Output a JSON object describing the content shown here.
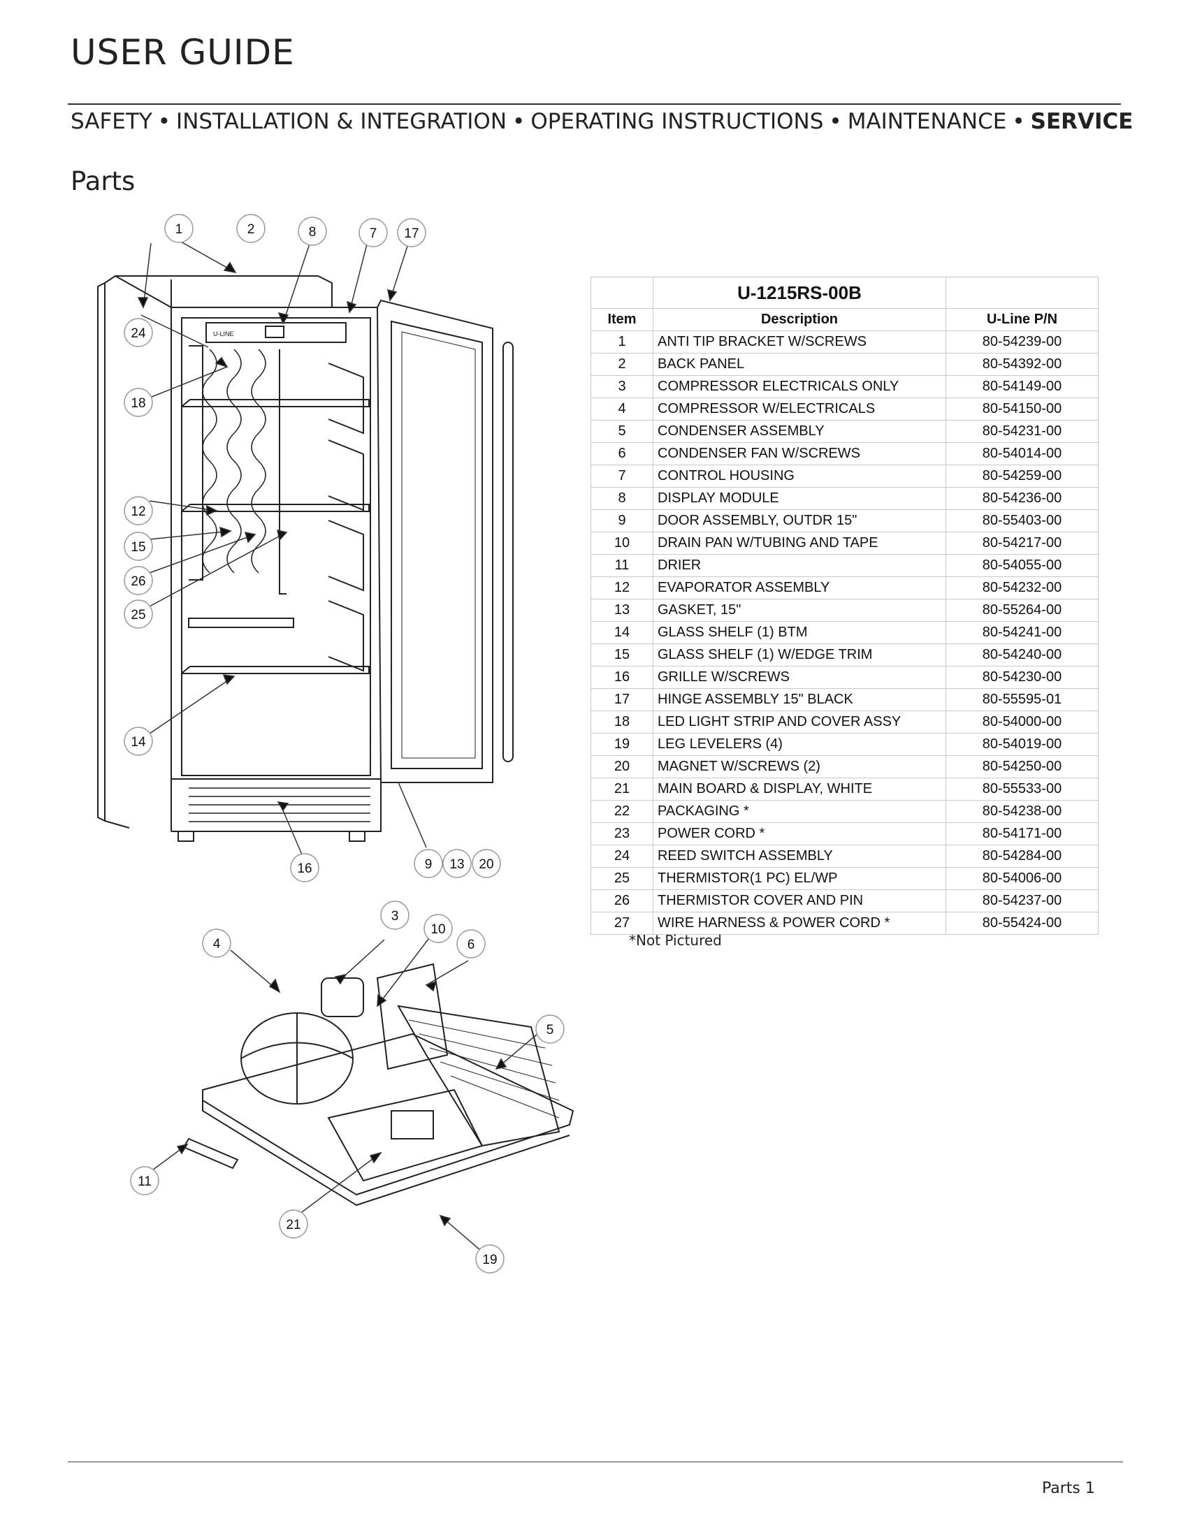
{
  "header": {
    "title": "USER GUIDE",
    "nav": [
      "SAFETY",
      "INSTALLATION & INTEGRATION",
      "OPERATING INSTRUCTIONS",
      "MAINTENANCE",
      "SERVICE"
    ],
    "separator": "•",
    "active": "SERVICE"
  },
  "section": {
    "title": "Parts"
  },
  "diagram": {
    "unit_callouts": [
      "1",
      "2",
      "8",
      "7",
      "17",
      "24",
      "18",
      "12",
      "15",
      "26",
      "25",
      "14",
      "16",
      "9",
      "13",
      "20"
    ],
    "base_callouts": [
      "3",
      "10",
      "4",
      "6",
      "5",
      "11",
      "21",
      "19"
    ],
    "logo_text": "U-LINE"
  },
  "parts_table": {
    "model": "U-1215RS-00B",
    "columns": {
      "item": "Item",
      "description": "Description",
      "pn": "U-Line P/N"
    },
    "rows": [
      {
        "item": "1",
        "description": "ANTI TIP BRACKET W/SCREWS",
        "pn": "80-54239-00"
      },
      {
        "item": "2",
        "description": "BACK PANEL",
        "pn": "80-54392-00"
      },
      {
        "item": "3",
        "description": "COMPRESSOR ELECTRICALS ONLY",
        "pn": "80-54149-00"
      },
      {
        "item": "4",
        "description": "COMPRESSOR W/ELECTRICALS",
        "pn": "80-54150-00"
      },
      {
        "item": "5",
        "description": "CONDENSER ASSEMBLY",
        "pn": "80-54231-00"
      },
      {
        "item": "6",
        "description": "CONDENSER FAN W/SCREWS",
        "pn": "80-54014-00"
      },
      {
        "item": "7",
        "description": "CONTROL HOUSING",
        "pn": "80-54259-00"
      },
      {
        "item": "8",
        "description": "DISPLAY MODULE",
        "pn": "80-54236-00"
      },
      {
        "item": "9",
        "description": "DOOR ASSEMBLY, OUTDR 15\"",
        "pn": "80-55403-00"
      },
      {
        "item": "10",
        "description": "DRAIN PAN W/TUBING AND TAPE",
        "pn": "80-54217-00"
      },
      {
        "item": "11",
        "description": "DRIER",
        "pn": "80-54055-00"
      },
      {
        "item": "12",
        "description": "EVAPORATOR ASSEMBLY",
        "pn": "80-54232-00"
      },
      {
        "item": "13",
        "description": "GASKET, 15\"",
        "pn": "80-55264-00"
      },
      {
        "item": "14",
        "description": "GLASS SHELF (1) BTM",
        "pn": "80-54241-00"
      },
      {
        "item": "15",
        "description": "GLASS SHELF (1)  W/EDGE TRIM",
        "pn": "80-54240-00"
      },
      {
        "item": "16",
        "description": "GRILLE W/SCREWS",
        "pn": "80-54230-00"
      },
      {
        "item": "17",
        "description": "HINGE ASSEMBLY 15\" BLACK",
        "pn": "80-55595-01"
      },
      {
        "item": "18",
        "description": "LED LIGHT STRIP AND COVER ASSY",
        "pn": "80-54000-00"
      },
      {
        "item": "19",
        "description": "LEG LEVELERS (4)",
        "pn": "80-54019-00"
      },
      {
        "item": "20",
        "description": "MAGNET W/SCREWS (2)",
        "pn": "80-54250-00"
      },
      {
        "item": "21",
        "description": "MAIN BOARD & DISPLAY, WHITE",
        "pn": "80-55533-00"
      },
      {
        "item": "22",
        "description": "PACKAGING *",
        "pn": "80-54238-00"
      },
      {
        "item": "23",
        "description": "POWER CORD *",
        "pn": "80-54171-00"
      },
      {
        "item": "24",
        "description": "REED SWITCH ASSEMBLY",
        "pn": "80-54284-00"
      },
      {
        "item": "25",
        "description": "THERMISTOR(1 PC) EL/WP",
        "pn": "80-54006-00"
      },
      {
        "item": "26",
        "description": "THERMISTOR COVER AND PIN",
        "pn": "80-54237-00"
      },
      {
        "item": "27",
        "description": "WIRE HARNESS & POWER CORD *",
        "pn": "80-55424-00"
      }
    ],
    "note": "*Not Pictured"
  },
  "footer": {
    "page_label": "Parts 1"
  }
}
